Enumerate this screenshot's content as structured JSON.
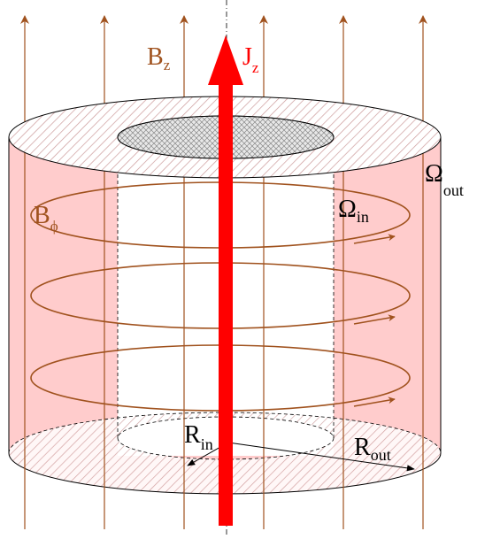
{
  "labels": {
    "bz": {
      "main": "B",
      "sub": "z"
    },
    "jz": {
      "main": "J",
      "sub": "z"
    },
    "bphi": {
      "main": "B",
      "sub": "ϕ"
    },
    "omega_in": {
      "main": "Ω",
      "sub": "in"
    },
    "omega_out": {
      "main": "Ω",
      "sub": "out"
    },
    "r_in": {
      "main": "R",
      "sub": "in"
    },
    "r_out": {
      "main": "R",
      "sub": "out"
    }
  },
  "colors": {
    "field": "#a0521e",
    "current": "#ff0000",
    "shell_fill": "#ffcccc",
    "outline": "#000000",
    "hatch": "#d0a0a0"
  }
}
